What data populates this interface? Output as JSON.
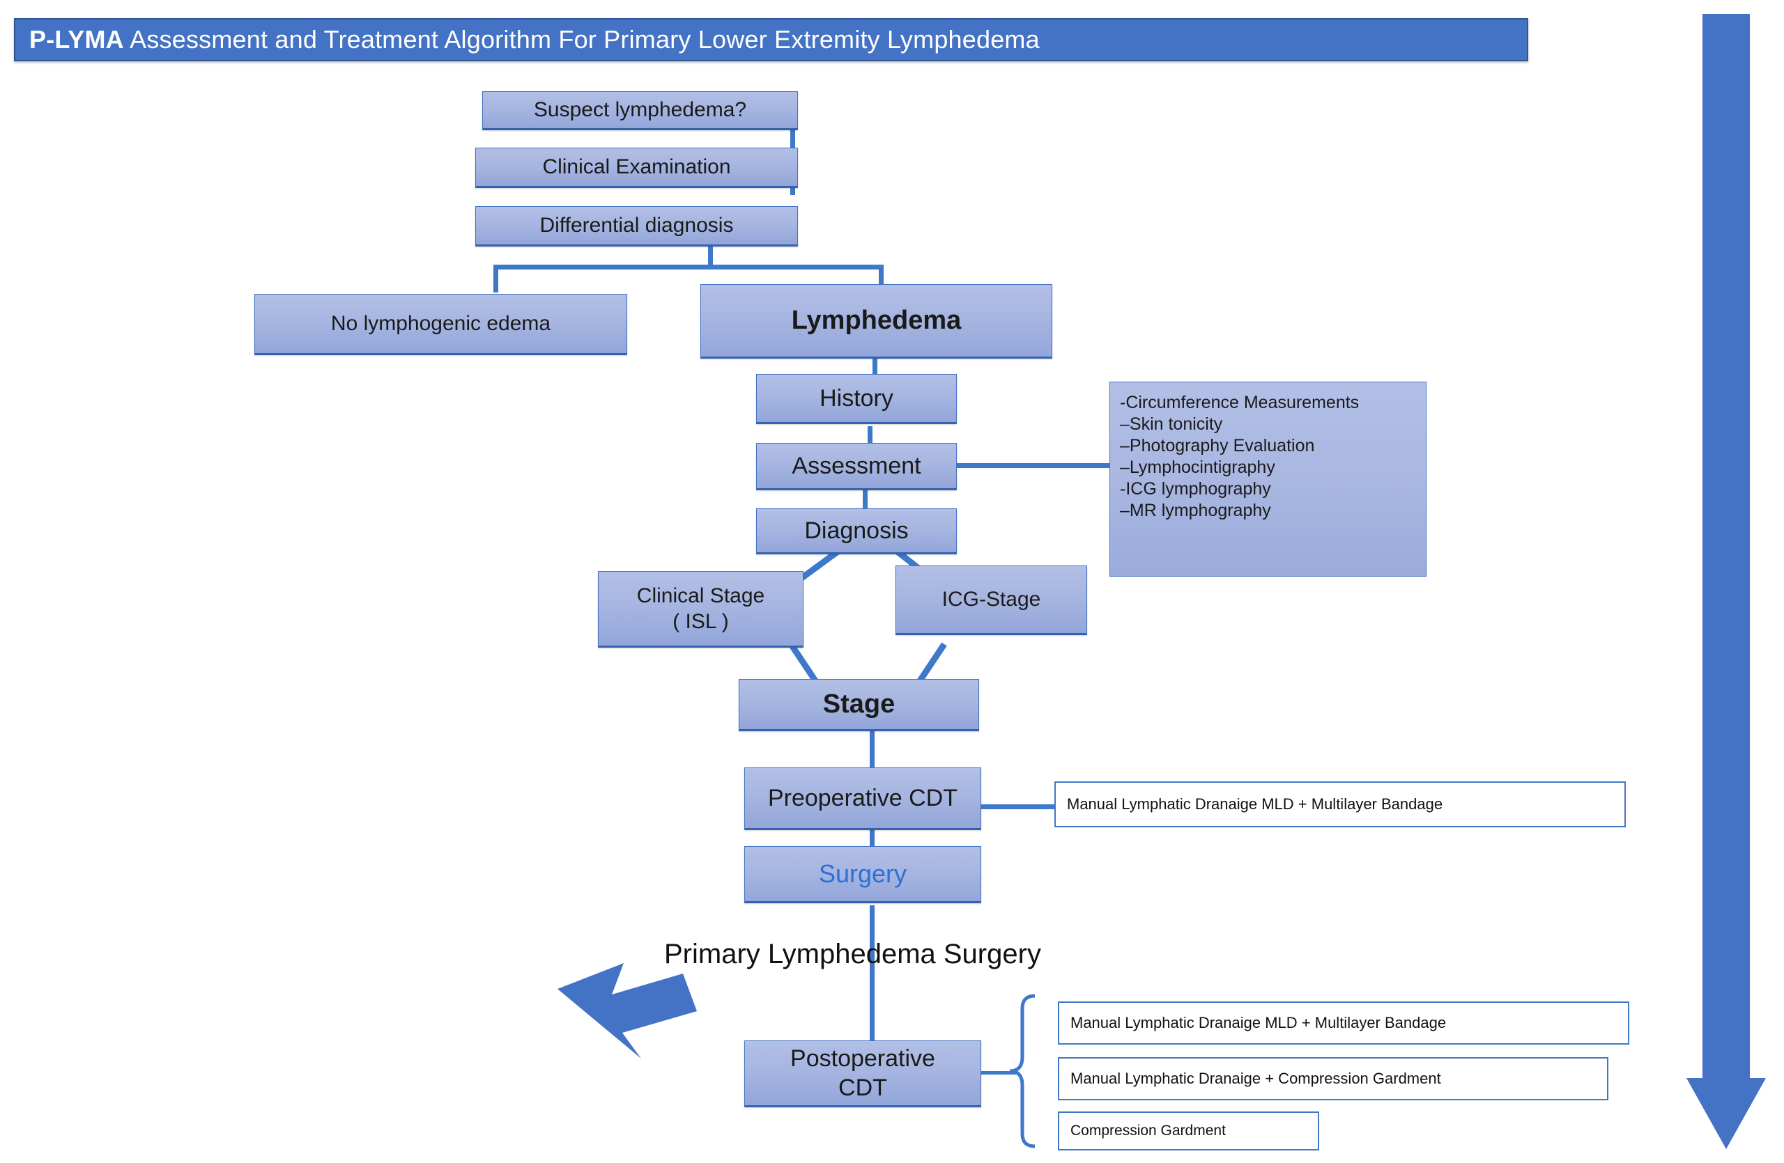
{
  "header": {
    "title_bold": "P-LYMA",
    "title_rest": " Assessment and Treatment Algorithm  For Primary Lower Extremity Lymphedema",
    "accent_color": "#4472C4",
    "text_color": "#FFFFFF"
  },
  "theme": {
    "box_fill_top": "#B2BFE6",
    "box_fill_bottom": "#93A6DA",
    "box_border": "#4472C4",
    "connector": "#3E78C8",
    "surgery_text": "#2E6FD4",
    "white_box_border": "#3E78C8",
    "arrow_fill": "#4472C4"
  },
  "flow": {
    "suspect": "Suspect lymphedema?",
    "clinical_exam": "Clinical Examination",
    "differential": "Differential diagnosis",
    "no_lymphogenic": "No lymphogenic edema",
    "lymphedema": "Lymphedema",
    "history": "History",
    "assessment": "Assessment",
    "diagnosis": "Diagnosis",
    "clinical_stage_line1": "Clinical Stage",
    "clinical_stage_line2": "( ISL )",
    "icg_stage": "ICG-Stage",
    "stage": "Stage",
    "preoperative_cdt": "Preoperative CDT",
    "surgery": "Surgery",
    "primary_surgery_label": "Primary Lymphedema  Surgery",
    "postoperative_cdt_line1": "Postoperative",
    "postoperative_cdt_line2": "CDT"
  },
  "assessment_details": {
    "items": [
      "-Circumference Measurements",
      "–Skin tonicity",
      "–Photography Evaluation",
      "–Lymphocintigraphy",
      "-ICG lymphography",
      "–MR lymphography"
    ]
  },
  "preop_treatment": {
    "item": "Manual Lymphatic Dranaige MLD + Multilayer  Bandage"
  },
  "postop_treatments": {
    "items": [
      "Manual Lymphatic Dranaige MLD + Multilayer  Bandage",
      "Manual Lymphatic Dranaige + Compression Gardment",
      "Compression Gardment"
    ]
  },
  "icons": {
    "down_arrow": "down-arrow-icon",
    "left_down_arrow": "left-down-arrow-icon",
    "brace": "curly-brace-icon"
  }
}
